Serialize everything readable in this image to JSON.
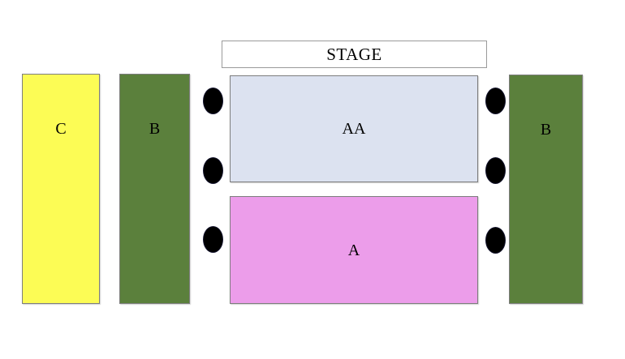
{
  "stage": {
    "label": "STAGE"
  },
  "sections": [
    {
      "id": "c",
      "label": "C",
      "color": "#fcfc55"
    },
    {
      "id": "b-left",
      "label": "B",
      "color": "#5b803c"
    },
    {
      "id": "aa",
      "label": "AA",
      "color": "#dce2f0"
    },
    {
      "id": "a",
      "label": "A",
      "color": "#ec9dea"
    },
    {
      "id": "b-right",
      "label": "B",
      "color": "#5b803c"
    }
  ],
  "markers": {
    "name": "speaker-dot",
    "count": 6,
    "color": "#000000"
  }
}
